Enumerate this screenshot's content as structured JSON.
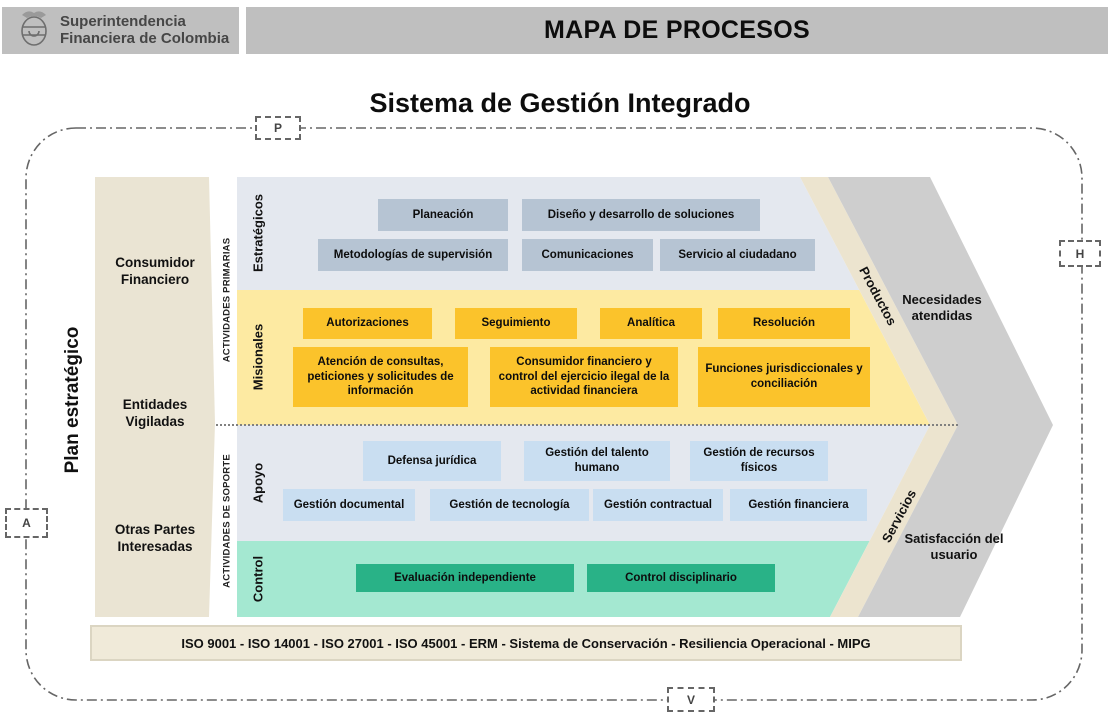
{
  "header": {
    "logo_line1": "Superintendencia",
    "logo_line2": "Financiera de Colombia",
    "title": "MAPA DE PROCESOS"
  },
  "main_title": "Sistema de Gestión Integrado",
  "cycle_markers": {
    "top": "P",
    "right": "H",
    "bottom": "V",
    "left": "A"
  },
  "left_panel": {
    "rotated_label": "Plan estratégico",
    "stakeholders": [
      "Consumidor Financiero",
      "Entidades Vigiladas",
      "Otras Partes Interesadas"
    ]
  },
  "activity_groups": {
    "primary": "ACTIVIDADES PRIMARIAS",
    "support": "ACTIVIDADES DE SOPORTE"
  },
  "rows": {
    "estrategicos": {
      "label": "Estratégicos",
      "row1": [
        "Planeación",
        "Diseño y desarrollo de soluciones"
      ],
      "row2": [
        "Metodologías de supervisión",
        "Comunicaciones",
        "Servicio al ciudadano"
      ]
    },
    "misionales": {
      "label": "Misionales",
      "row1": [
        "Autorizaciones",
        "Seguimiento",
        "Analítica",
        "Resolución"
      ],
      "row2": [
        "Atención de consultas, peticiones y solicitudes de información",
        "Consumidor financiero y control del ejercicio ilegal de la actividad financiera",
        "Funciones jurisdiccionales y conciliación"
      ]
    },
    "apoyo": {
      "label": "Apoyo",
      "row1": [
        "Defensa jurídica",
        "Gestión del talento humano",
        "Gestión de recursos físicos"
      ],
      "row2": [
        "Gestión documental",
        "Gestión de tecnología",
        "Gestión contractual",
        "Gestión financiera"
      ]
    },
    "control": {
      "label": "Control",
      "row1": [
        "Evaluación independiente",
        "Control disciplinario"
      ]
    }
  },
  "outputs": {
    "productos": "Productos",
    "servicios": "Servicios",
    "necesidades": "Necesidades atendidas",
    "satisfaccion": "Satisfacción del usuario"
  },
  "footer_bar": "ISO 9001 - ISO 14001 - ISO 27001 - ISO 45001 - ERM - Sistema de Conservación - Resiliencia Operacional - MIPG",
  "colors": {
    "header_gray": "#bfbfbf",
    "strategic_bg": "#e4e8ef",
    "strategic_box": "#b6c4d3",
    "misional_bg": "#fdeaa2",
    "misional_box": "#fbc32b",
    "support_box": "#c9def1",
    "control_bg": "#a4e8d1",
    "control_box": "#29b287",
    "beige_panel": "#eae4d3",
    "beige_band": "#ece4cf",
    "gray_chevron": "#cecece",
    "iso_bar_bg": "#f0ead9"
  }
}
